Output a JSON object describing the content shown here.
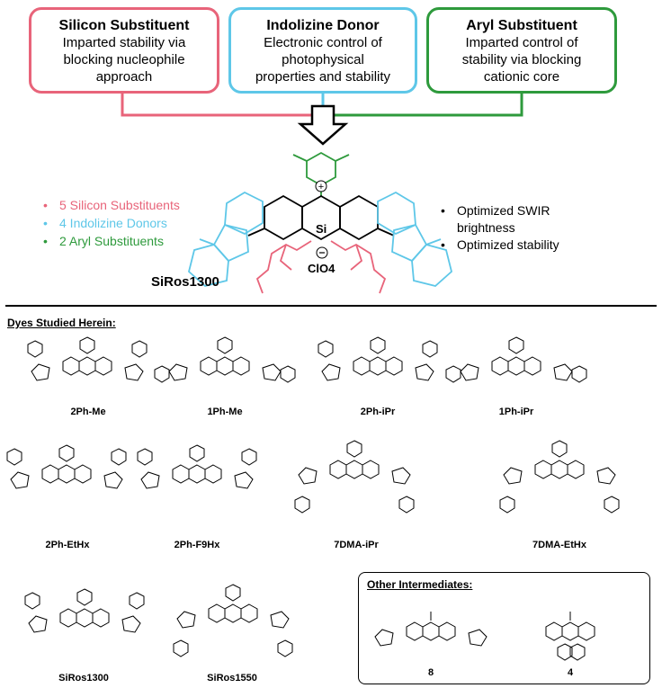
{
  "boxes": {
    "silicon": {
      "title": "Silicon Substituent",
      "line1": "Imparted stability via",
      "line2": "blocking nucleophile",
      "line3": "approach",
      "color": "#e8647a"
    },
    "indolizine": {
      "title": "Indolizine Donor",
      "line1": "Electronic control of",
      "line2": "photophysical",
      "line3": "properties and stability",
      "color": "#5ec7e8"
    },
    "aryl": {
      "title": "Aryl Substituent",
      "line1": "Imparted control of",
      "line2": "stability via blocking",
      "line3": "cationic core",
      "color": "#2e9a3c"
    }
  },
  "counts": [
    {
      "text": "5 Silicon Substituents",
      "color": "#e8647a"
    },
    {
      "text": "4 Indolizine Donors",
      "color": "#5ec7e8"
    },
    {
      "text": "2 Aryl Substituents",
      "color": "#2e9a3c"
    }
  ],
  "optimized": [
    "Optimized SWIR",
    "brightness",
    "Optimized stability"
  ],
  "main_molecule": {
    "name": "SiRos1300",
    "counterion": "ClO4",
    "center_atom": "Si"
  },
  "section_title": "Dyes Studied Herein:",
  "dyes": [
    {
      "name": "2Ph-Me"
    },
    {
      "name": "1Ph-Me"
    },
    {
      "name": "2Ph-iPr"
    },
    {
      "name": "1Ph-iPr"
    },
    {
      "name": "2Ph-EtHx"
    },
    {
      "name": "2Ph-F9Hx"
    },
    {
      "name": "7DMA-iPr"
    },
    {
      "name": "7DMA-EtHx"
    },
    {
      "name": "SiRos1300"
    },
    {
      "name": "SiRos1550"
    }
  ],
  "other_intermediates": {
    "title": "Other Intermediates:",
    "items": [
      {
        "name": "8"
      },
      {
        "name": "4"
      }
    ]
  }
}
